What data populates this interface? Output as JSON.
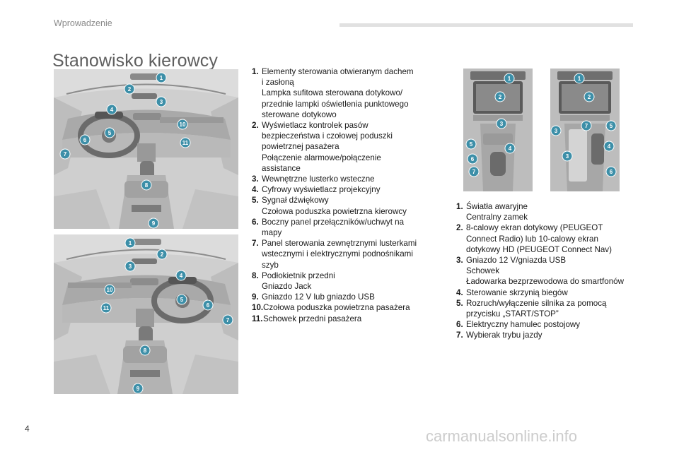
{
  "header": {
    "section": "Wprowadzenie"
  },
  "title": "Stanowisko kierowcy",
  "page_number": "4",
  "watermark": "carmanualsonline.info",
  "callouts": {
    "c1": "1",
    "c2": "2",
    "c3": "3",
    "c4": "4",
    "c5": "5",
    "c6": "6",
    "c7": "7",
    "c8": "8",
    "c9": "9",
    "c10": "10",
    "c11": "11"
  },
  "legend_left": [
    {
      "num": "1.",
      "lines": [
        "Elementy sterowania otwieranym dachem",
        "i zasłoną",
        "Lampka sufitowa sterowana dotykowo/",
        "przednie lampki oświetlenia punktowego",
        "sterowane dotykowo"
      ]
    },
    {
      "num": "2.",
      "lines": [
        "Wyświetlacz kontrolek pasów",
        "bezpieczeństwa i czołowej poduszki",
        "powietrznej pasażera",
        "Połączenie alarmowe/połączenie",
        "assistance"
      ]
    },
    {
      "num": "3.",
      "lines": [
        "Wewnętrzne lusterko wsteczne"
      ]
    },
    {
      "num": "4.",
      "lines": [
        "Cyfrowy wyświetlacz projekcyjny"
      ]
    },
    {
      "num": "5.",
      "lines": [
        "Sygnał dźwiękowy",
        "Czołowa poduszka powietrzna kierowcy"
      ]
    },
    {
      "num": "6.",
      "lines": [
        "Boczny panel przełączników/uchwyt na",
        "mapy"
      ]
    },
    {
      "num": "7.",
      "lines": [
        "Panel sterowania zewnętrznymi lusterkami",
        "wstecznymi i elektrycznymi podnośnikami",
        "szyb"
      ]
    },
    {
      "num": "8.",
      "lines": [
        "Podłokietnik przedni",
        "Gniazdo Jack"
      ]
    },
    {
      "num": "9.",
      "lines": [
        "Gniazdo 12 V lub gniazdo USB"
      ]
    },
    {
      "num": "10.",
      "lines": [
        "Czołowa poduszka powietrzna pasażera"
      ]
    },
    {
      "num": "11.",
      "lines": [
        "Schowek przedni pasażera"
      ]
    }
  ],
  "legend_right": [
    {
      "num": "1.",
      "lines": [
        "Światła awaryjne",
        "Centralny zamek"
      ]
    },
    {
      "num": "2.",
      "lines": [
        "8-calowy ekran dotykowy (PEUGEOT",
        "Connect Radio) lub 10-calowy ekran",
        "dotykowy HD (PEUGEOT Connect Nav)"
      ]
    },
    {
      "num": "3.",
      "lines": [
        "Gniazdo 12 V/gniazda USB",
        "Schowek",
        "Ładowarka bezprzewodowa do smartfonów"
      ]
    },
    {
      "num": "4.",
      "lines": [
        "Sterowanie skrzynią biegów"
      ]
    },
    {
      "num": "5.",
      "lines": [
        "Rozruch/wyłączenie silnika za pomocą",
        "przycisku „START/STOP”"
      ]
    },
    {
      "num": "6.",
      "lines": [
        "Elektryczny hamulec postojowy"
      ]
    },
    {
      "num": "7.",
      "lines": [
        "Wybierak trybu jazdy"
      ]
    }
  ],
  "colors": {
    "callout": "#3d8fa8",
    "figure_bg": "#cfcfcf",
    "title": "#5f5f5f"
  }
}
